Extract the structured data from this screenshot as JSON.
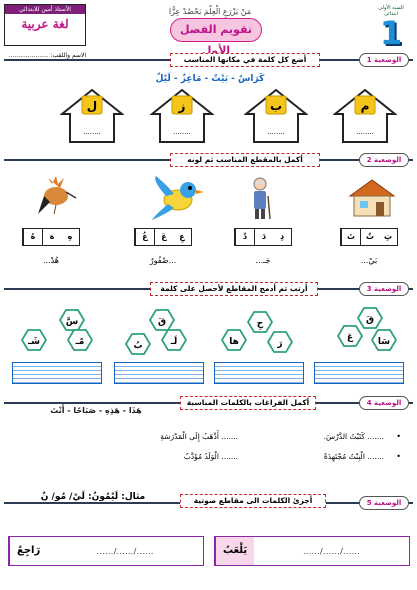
{
  "header": {
    "teacher_label": "الأستاذ أمين للابتدائي",
    "subject": "لغة عربية",
    "name_line": "الاسم واللقب: .....................",
    "top_line": "مَنْ يَزْرَعِ الْعِلْمَ يَحْصُدْ عِزًّا",
    "title": "تقويم الفصل الأول",
    "year_label": "السنة الأولى ابتدائي",
    "year_number": "1"
  },
  "sections": [
    {
      "label": "الوضعية 1",
      "instruction": "أضع كل كلمة في مكانها المناسب",
      "words": "كَرَاسٌ - بَيْتٌ - مَاعِزٌ - لَيْلٌ",
      "houses": [
        {
          "letter": "م",
          "blank": "........"
        },
        {
          "letter": "ب",
          "blank": "........"
        },
        {
          "letter": "ز",
          "blank": "........"
        },
        {
          "letter": "ل",
          "blank": "........"
        }
      ]
    },
    {
      "label": "الوضعية 2",
      "instruction": "أكمل بالمقطع المناسب ثم لونه",
      "items": [
        {
          "icon": "house-icon",
          "options": [
            "تَ",
            "تٌ",
            "تِ"
          ],
          "answer": "بَيْ..."
        },
        {
          "icon": "grandfather-icon",
          "options": [
            "دُ",
            "دَ",
            "دِ"
          ],
          "answer": "جَـ..."
        },
        {
          "icon": "bird-icon",
          "options": [
            "عُ",
            "عَ",
            "عِ"
          ],
          "answer": "...صْفُورٌ"
        },
        {
          "icon": "hoopoe-icon",
          "options": [
            "هُ",
            "هَ",
            "هِ"
          ],
          "answer": "هُدْ..."
        }
      ]
    },
    {
      "label": "الوضعية 3",
      "instruction": "أرتب ثم أدمج المقاطع لأحصل على كلمة",
      "groups": [
        [
          "قَ",
          "عَ",
          "سَا"
        ],
        [
          "حِ",
          "ها",
          "رَ"
        ],
        [
          "قَ",
          "لَـ",
          "بُ"
        ],
        [
          "سَّ",
          "مْـ",
          "شَـ"
        ]
      ]
    },
    {
      "label": "الوضعية 4",
      "instruction": "أكمل الفراغات بالكلمات المناسبة",
      "words": "هَذَا - هَذِهِ - صَبَاحًا - أَنْتَ",
      "sentences": [
        "....... كَتَبْتُ الدَّرْسَ.",
        "....... أَذْهَبُ إِلَى الْمَدْرَسَةِ",
        "....... الْبِنْتُ مُجْتَهِدَةٌ",
        "....... الْوَلَدُ مُؤَدَّبٌ"
      ]
    },
    {
      "label": "الوضعية 5",
      "instruction": "أجزئ الكلمات الى مقاطع صوتية",
      "example": "مثال: لَيْمُونٌ: لَيْ/ مُو/ نٌ",
      "items": [
        {
          "word": "يَلْعَبُ",
          "blank": "....../....../......"
        },
        {
          "word": "رَاجِعٌ",
          "blank": "....../....../......"
        }
      ]
    }
  ]
}
